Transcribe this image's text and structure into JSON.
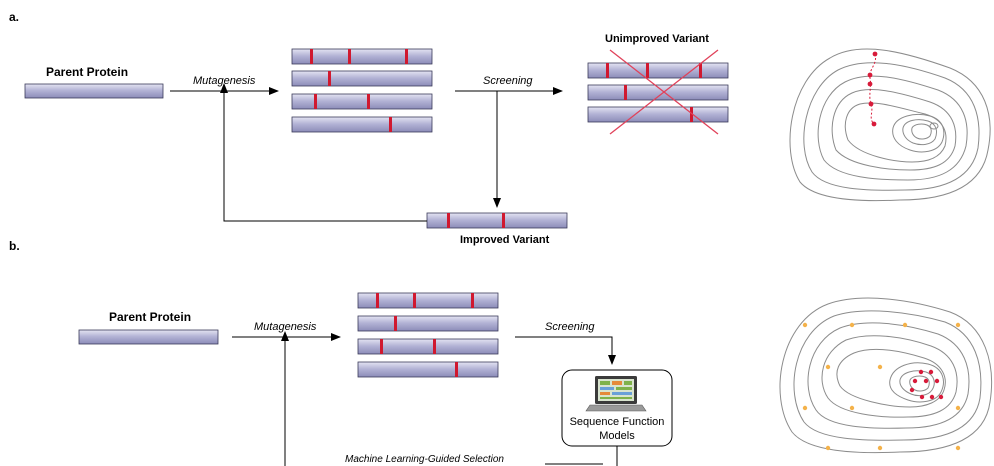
{
  "panel_a": {
    "label": "a.",
    "parent_label": "Parent Protein",
    "mutagenesis_label": "Mutagenesis",
    "screening_label": "Screening",
    "unimproved_label": "Unimproved Variant",
    "improved_label": "Improved Variant"
  },
  "panel_b": {
    "label": "b.",
    "parent_label": "Parent Protein",
    "mutagenesis_label": "Mutagenesis",
    "screening_label": "Screening",
    "model_label_line1": "Sequence Function",
    "model_label_line2": "Models",
    "ml_label": "Machine Learning-Guided Selection"
  },
  "colors": {
    "bar_fill": "#a9a9cf",
    "mutation": "#d0192f",
    "cross": "#e0425a",
    "contour": "#8c8c8c",
    "path_dot": "#d81b3a",
    "sample_dot": "#f4b24a"
  },
  "icons": {
    "laptop": "laptop-icon"
  }
}
